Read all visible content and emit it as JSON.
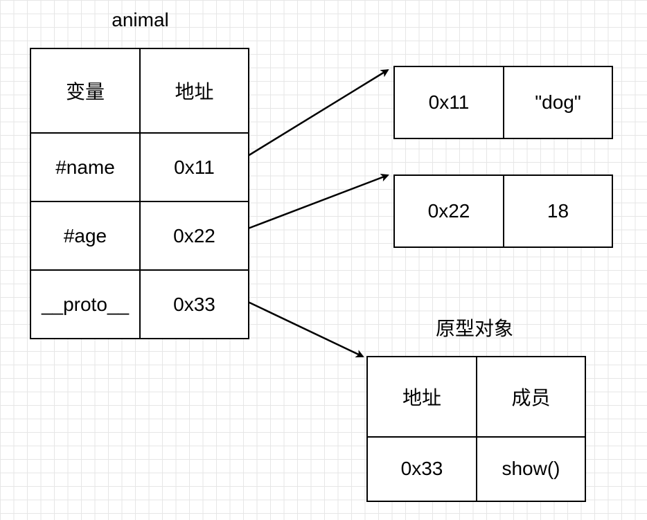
{
  "animal": {
    "title": "animal",
    "header": [
      "变量",
      "地址"
    ],
    "rows": [
      [
        "#name",
        "0x11"
      ],
      [
        "#age",
        "0x22"
      ],
      [
        "__proto__",
        "0x33"
      ]
    ]
  },
  "name_box": [
    "0x11",
    "\"dog\""
  ],
  "age_box": [
    "0x22",
    "18"
  ],
  "prototype": {
    "title": "原型对象",
    "header": [
      "地址",
      "成员"
    ],
    "row": [
      "0x33",
      "show()"
    ]
  }
}
